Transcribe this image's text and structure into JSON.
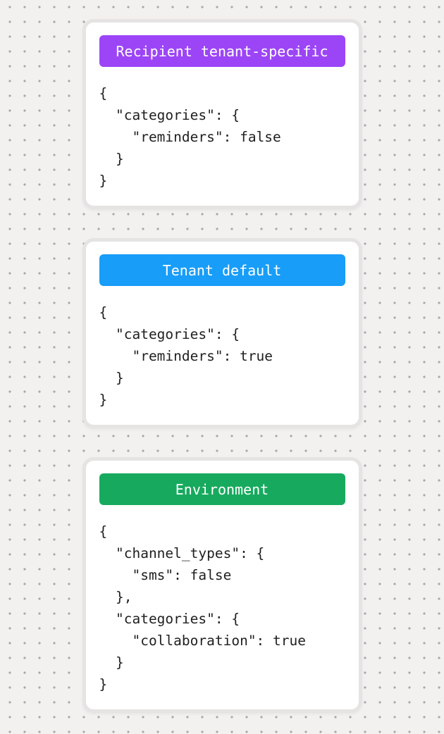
{
  "canvas": {
    "background_color": "#f2f1f0",
    "dot_color": "#a9a7a7",
    "card_border_color": "#e5e4e3"
  },
  "cards": [
    {
      "badge": {
        "label": "Recipient tenant-specific",
        "color": "#9c45f7"
      },
      "code": "{\n  \"categories\": {\n    \"reminders\": false\n  }\n}"
    },
    {
      "badge": {
        "label": "Tenant default",
        "color": "#189df8"
      },
      "code": "{\n  \"categories\": {\n    \"reminders\": true\n  }\n}"
    },
    {
      "badge": {
        "label": "Environment",
        "color": "#17aa5e"
      },
      "code": "{\n  \"channel_types\": {\n    \"sms\": false\n  },\n  \"categories\": {\n    \"collaboration\": true\n  }\n}"
    }
  ]
}
